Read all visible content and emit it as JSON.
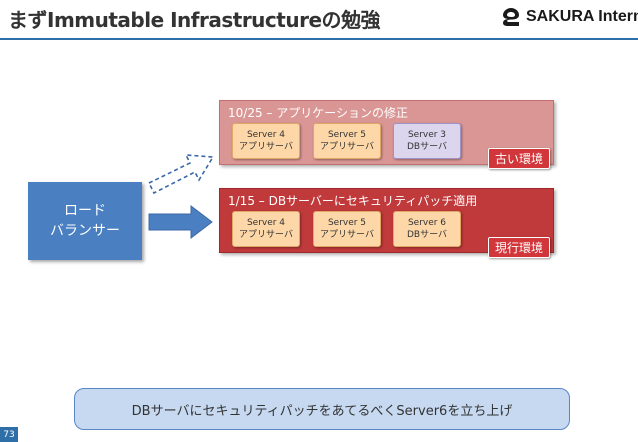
{
  "header": {
    "title": "まずImmutable Infrastructureの勉強",
    "logo_text": "SAKURA Internet",
    "logo_icon": "sakura-icon"
  },
  "load_balancer": {
    "line1": "ロード",
    "line2": "バランサー"
  },
  "old_env": {
    "label": "10/25 – アプリケーションの修正",
    "tag": "古い環境",
    "servers": [
      {
        "name": "Server 4",
        "role": "アプリサーバ"
      },
      {
        "name": "Server 5",
        "role": "アプリサーバ"
      },
      {
        "name": "Server 3",
        "role": "DBサーバ"
      }
    ]
  },
  "new_env": {
    "label": "1/15 – DBサーバーにセキュリティパッチ適用",
    "tag": "現行環境",
    "servers": [
      {
        "name": "Server 4",
        "role": "アプリサーバ"
      },
      {
        "name": "Server 5",
        "role": "アプリサーバ"
      },
      {
        "name": "Server 6",
        "role": "DBサーバ"
      }
    ]
  },
  "note": "DBサーバにセキュリティパッチをあてるべくServer6を立ち上げ",
  "page_number": "73",
  "colors": {
    "accent": "#2f6fa8",
    "load_balancer": "#4a7fc1",
    "old_env": "#d99694",
    "new_env": "#c0393b",
    "app_server": "#fdd7a8",
    "db_server": "#dcd5ee",
    "tag": "#d1363a",
    "note": "#c6d9f1"
  }
}
